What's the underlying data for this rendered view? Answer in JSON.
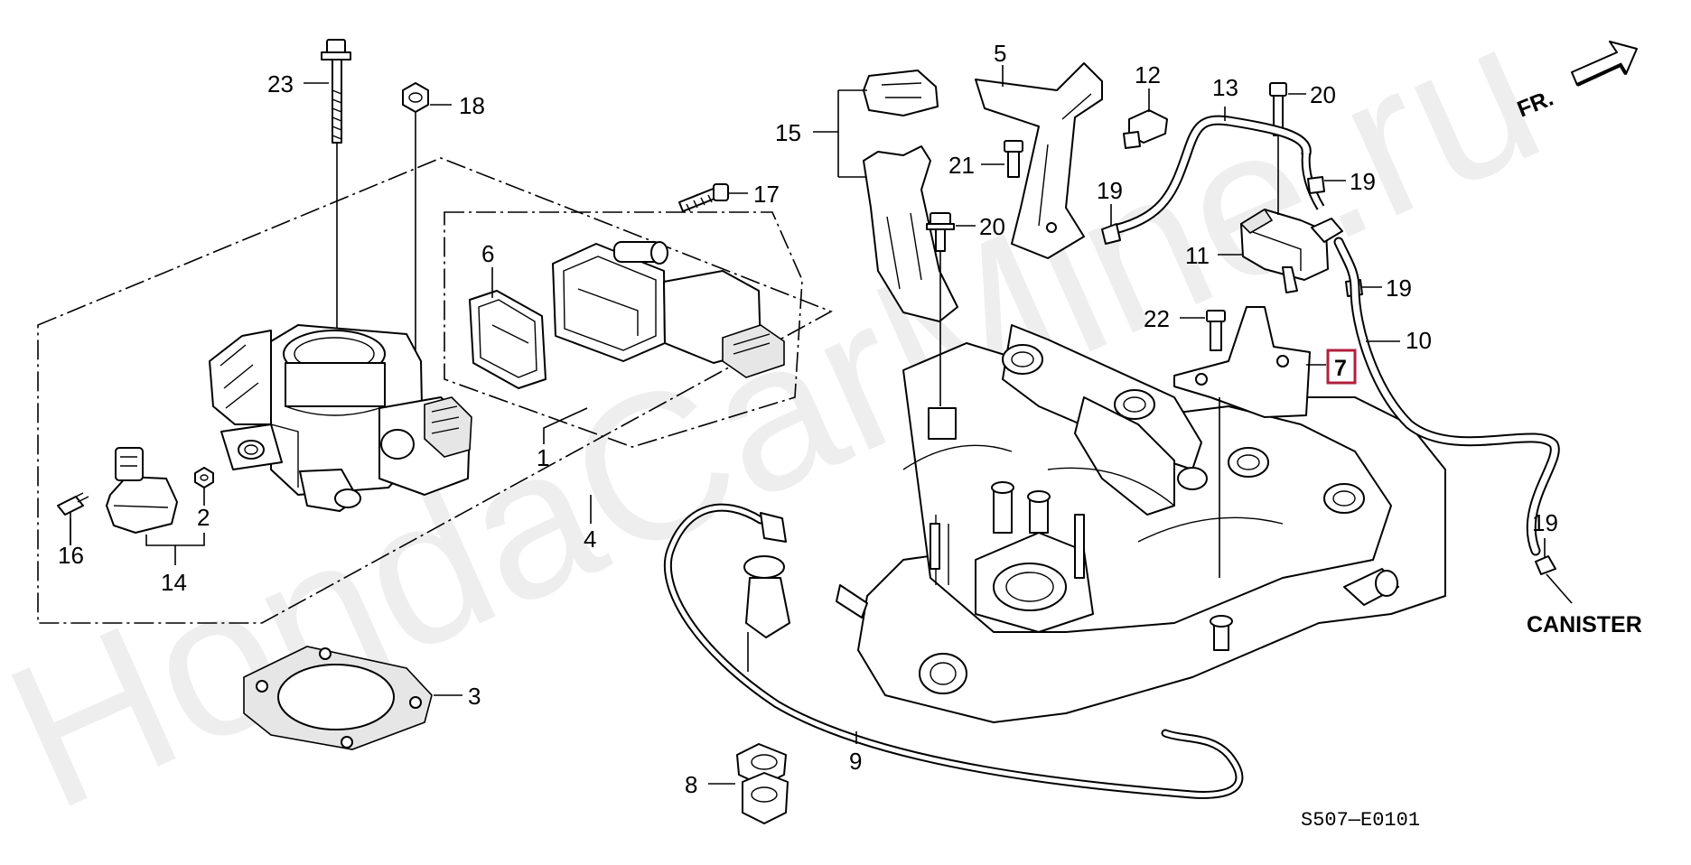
{
  "diagram": {
    "watermark": "HondaCarMine.ru",
    "direction_label": "FR.",
    "canister_label": "CANISTER",
    "figure_code": "S507—E0101",
    "highlight_color": "#b0203c",
    "callouts": {
      "c1": "1",
      "c2": "2",
      "c3": "3",
      "c4": "4",
      "c5": "5",
      "c6": "6",
      "c7": "7",
      "c8": "8",
      "c9": "9",
      "c10": "10",
      "c11": "11",
      "c12": "12",
      "c13": "13",
      "c14": "14",
      "c15": "15",
      "c16": "16",
      "c17": "17",
      "c18": "18",
      "c19a": "19",
      "c19b": "19",
      "c19c": "19",
      "c19d": "19",
      "c20a": "20",
      "c20b": "20",
      "c21": "21",
      "c22": "22",
      "c23": "23"
    }
  }
}
